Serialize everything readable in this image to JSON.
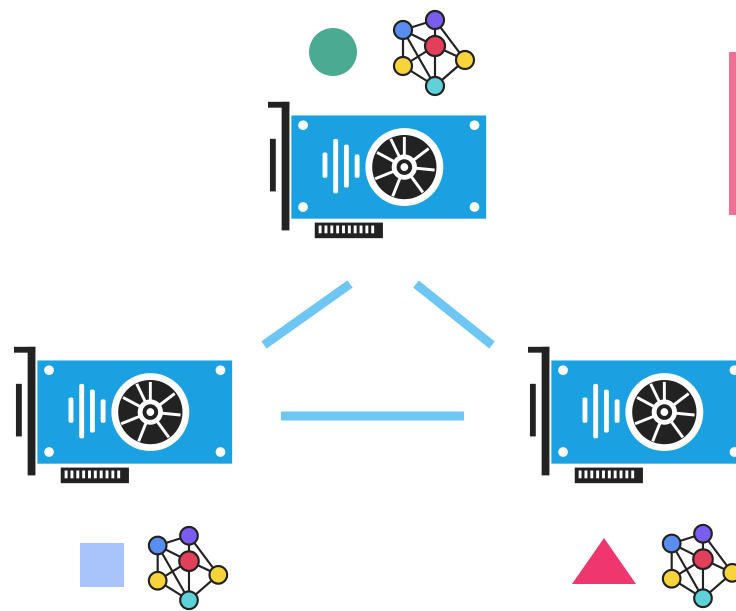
{
  "colors": {
    "card_blue": "#1ba1e2",
    "card_dark": "#222222",
    "link_line": "#6ec6f5",
    "circle_marker": "#4aab92",
    "square_marker": "#a9c3fb",
    "triangle_marker": "#f0366f",
    "pink_bar": "#f06f94",
    "node_blue": "#5a8df0",
    "node_purple": "#7a5cf0",
    "node_red": "#e2405a",
    "node_yellow": "#f7d43a",
    "node_cyan": "#5fd1d9"
  },
  "gpus": [
    {
      "id": "top",
      "marker": "circle",
      "icon": "gpu-card-icon"
    },
    {
      "id": "left",
      "marker": "square",
      "icon": "gpu-card-icon"
    },
    {
      "id": "right",
      "marker": "triangle",
      "icon": "gpu-card-icon"
    }
  ],
  "network_icon": "neural-network-icon",
  "links": [
    "top-left",
    "top-right",
    "left-right"
  ]
}
